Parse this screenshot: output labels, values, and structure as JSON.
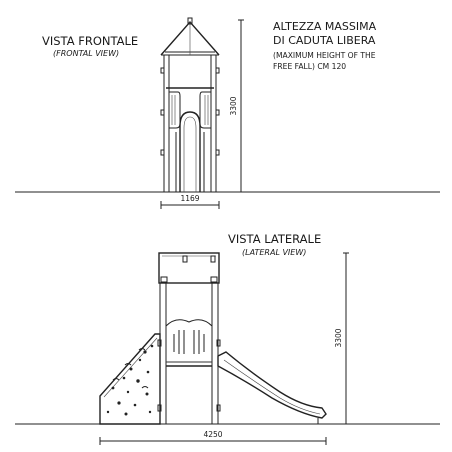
{
  "front_view": {
    "title": "VISTA FRONTALE",
    "subtitle": "(FRONTAL VIEW)",
    "height_dimension": "3300",
    "width_dimension": "1169"
  },
  "fall_height_note": {
    "line1": "ALTEZZA MASSIMA",
    "line2": "DI CADUTA LIBERA",
    "line3": "(MAXIMUM HEIGHT OF THE",
    "line4": "FREE FALL) CM 120"
  },
  "lateral_view": {
    "title": "VISTA LATERALE",
    "subtitle": "(LATERAL VIEW)",
    "height_dimension": "3300",
    "width_dimension": "4250"
  }
}
